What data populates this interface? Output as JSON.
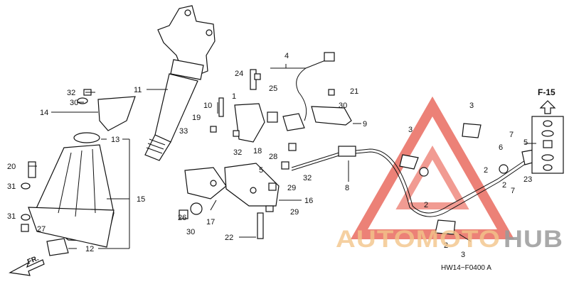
{
  "section_ref": "F-15",
  "drawing_code": "HW14−F0400 A",
  "front_marker": "FR.",
  "watermark": {
    "part1": "AUTOMOTO",
    "part2": "HUB",
    "color_part1": "#f2c48a",
    "color_part2": "#9a9a9a",
    "logo_color": "#e23a2a"
  },
  "callouts": {
    "c1": "1",
    "c2a": "2",
    "c2b": "2",
    "c2c": "2",
    "c2d": "2",
    "c3a": "3",
    "c3b": "3",
    "c3c": "3",
    "c4": "4",
    "c5a": "5",
    "c5b": "5",
    "c6": "6",
    "c7a": "7",
    "c7b": "7",
    "c8": "8",
    "c9": "9",
    "c10": "10",
    "c11": "11",
    "c12": "12",
    "c13": "13",
    "c14": "14",
    "c15": "15",
    "c16": "16",
    "c17": "17",
    "c18": "18",
    "c19": "19",
    "c20": "20",
    "c21": "21",
    "c22": "22",
    "c23": "23",
    "c24": "24",
    "c25": "25",
    "c26": "26",
    "c27": "27",
    "c28": "28",
    "c29a": "29",
    "c29b": "29",
    "c30a": "30",
    "c30b": "30",
    "c30c": "30",
    "c31a": "31",
    "c31b": "31",
    "c32a": "32",
    "c32b": "32",
    "c32c": "32",
    "c33": "33"
  }
}
